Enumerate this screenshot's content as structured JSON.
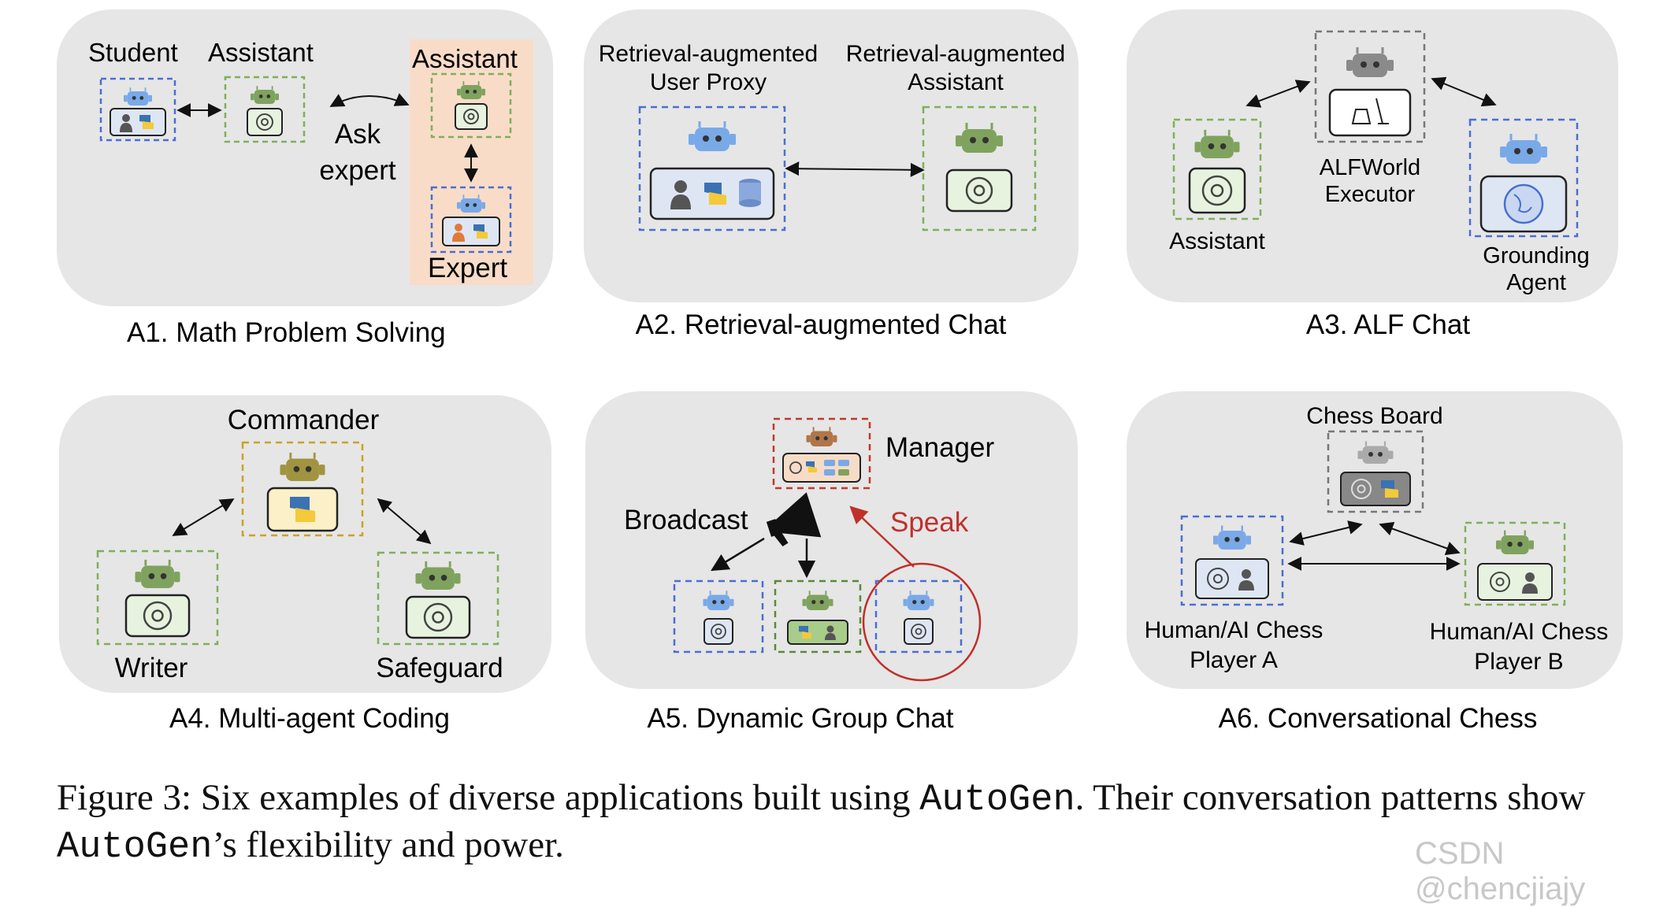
{
  "panels": {
    "a1": {
      "caption": "A1. Math Problem Solving",
      "labels": {
        "student": "Student",
        "assistant": "Assistant",
        "assistant_right": "Assistant",
        "ask": "Ask",
        "expert_word": "expert",
        "expert": "Expert"
      }
    },
    "a2": {
      "caption": "A2. Retrieval-augmented Chat",
      "labels": {
        "proxy_l1": "Retrieval-augmented",
        "proxy_l2": "User Proxy",
        "asst_l1": "Retrieval-augmented",
        "asst_l2": "Assistant"
      }
    },
    "a3": {
      "caption": "A3. ALF Chat",
      "labels": {
        "assistant": "Assistant",
        "exec_l1": "ALFWorld",
        "exec_l2": "Executor",
        "ground_l1": "Grounding",
        "ground_l2": "Agent"
      }
    },
    "a4": {
      "caption": "A4. Multi-agent Coding",
      "labels": {
        "commander": "Commander",
        "writer": "Writer",
        "safeguard": "Safeguard"
      }
    },
    "a5": {
      "caption": "A5. Dynamic Group Chat",
      "labels": {
        "manager": "Manager",
        "broadcast": "Broadcast",
        "speak": "Speak"
      }
    },
    "a6": {
      "caption": "A6. Conversational Chess",
      "labels": {
        "board": "Chess Board",
        "pa_l1": "Human/AI Chess",
        "pa_l2": "Player A",
        "pb_l1": "Human/AI Chess",
        "pb_l2": "Player B"
      }
    }
  },
  "figure_caption": {
    "prefix": "Figure 3:  Six examples of diverse applications built using ",
    "autogen_1": "AutoGen",
    "middle": ".  Their conversation patterns show ",
    "autogen_2": "AutoGen",
    "suffix": "’s flexibility and power."
  },
  "watermark": "CSDN @chencjiajy",
  "colors": {
    "panel_bg": "#e6e6e6",
    "blue_agent": "#7aa9e8",
    "green_agent": "#7fa35e",
    "gray_agent": "#8a8a8a",
    "olive_agent": "#a09440",
    "brown_agent": "#b0764a",
    "blue_dash": "#4a6fd1",
    "green_dash": "#7eb05a",
    "gold_dash": "#c9a227",
    "red_dash": "#c0392b",
    "gray_dash": "#777777",
    "speak_red": "#c0302b",
    "expert_bg": "#f8dcc8"
  }
}
